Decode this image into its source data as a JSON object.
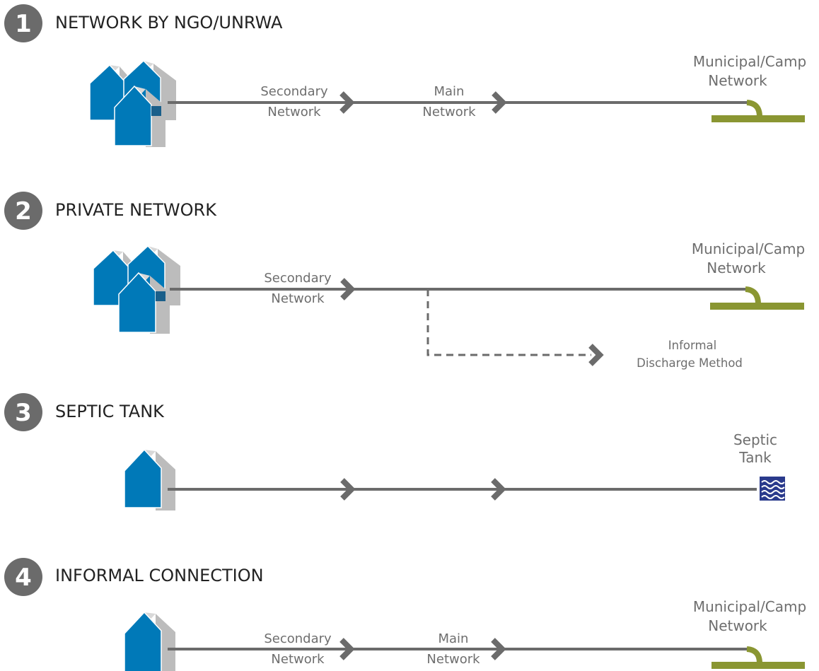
{
  "colors": {
    "house_front": "#0079b8",
    "house_side": "#bcbcbc",
    "pipe": "#6b6b6b",
    "municipal_pipe": "#8a9632",
    "septic_tank": "#2a3a8c",
    "badge": "#6b6b6b"
  },
  "sections": [
    {
      "number": "1",
      "title": "NETWORK BY NGO/UNRWA",
      "houses": 3,
      "labels": {
        "secondary_top": "Secondary",
        "secondary_bottom": "Network",
        "main_top": "Main",
        "main_bottom": "Network"
      },
      "destination": {
        "type": "municipal-pipe",
        "line1": "Municipal/Camp",
        "line2": "Network"
      }
    },
    {
      "number": "2",
      "title": "PRIVATE NETWORK",
      "houses": 3,
      "labels": {
        "secondary_top": "Secondary",
        "secondary_bottom": "Network"
      },
      "destination": {
        "type": "municipal-pipe",
        "line1": "Municipal/Camp",
        "line2": "Network"
      },
      "branch": {
        "style": "dashed",
        "line1": "Informal",
        "line2": "Discharge Method"
      }
    },
    {
      "number": "3",
      "title": "SEPTIC TANK",
      "houses": 1,
      "labels": {},
      "destination": {
        "type": "septic-tank",
        "line1": "Septic",
        "line2": "Tank",
        "icon": "septic-tank-icon"
      }
    },
    {
      "number": "4",
      "title": "INFORMAL CONNECTION",
      "houses": 1,
      "labels": {
        "secondary_top": "Secondary",
        "secondary_bottom": "Network",
        "main_top": "Main",
        "main_bottom": "Network"
      },
      "destination": {
        "type": "municipal-pipe",
        "line1": "Municipal/Camp",
        "line2": "Network"
      }
    }
  ]
}
